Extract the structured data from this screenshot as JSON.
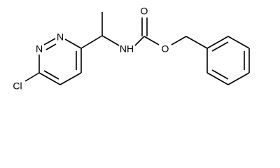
{
  "molecule": {
    "atoms": {
      "ring_n1": "N",
      "ring_n2": "N",
      "chlorine": "Cl",
      "amide_nh": "NH",
      "carbonyl_o": "O",
      "ester_o": "O"
    }
  },
  "colors": {
    "bond": "#000000",
    "label": "#000000",
    "background": "#ffffff"
  }
}
